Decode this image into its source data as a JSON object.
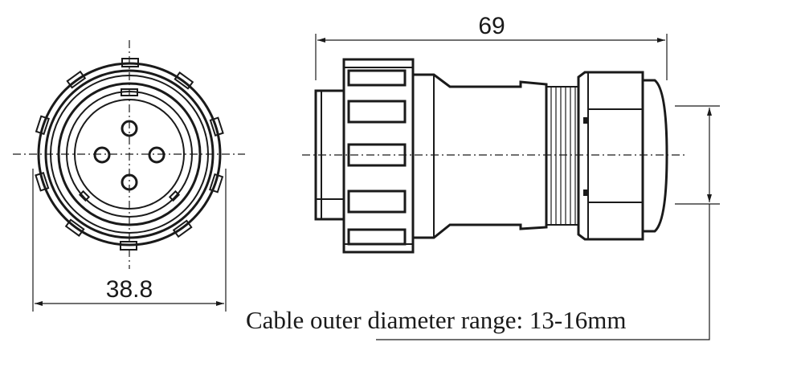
{
  "dimensions": {
    "front_width": "38.8",
    "side_length": "69"
  },
  "caption": "Cable outer  diameter range: 13-16mm"
}
